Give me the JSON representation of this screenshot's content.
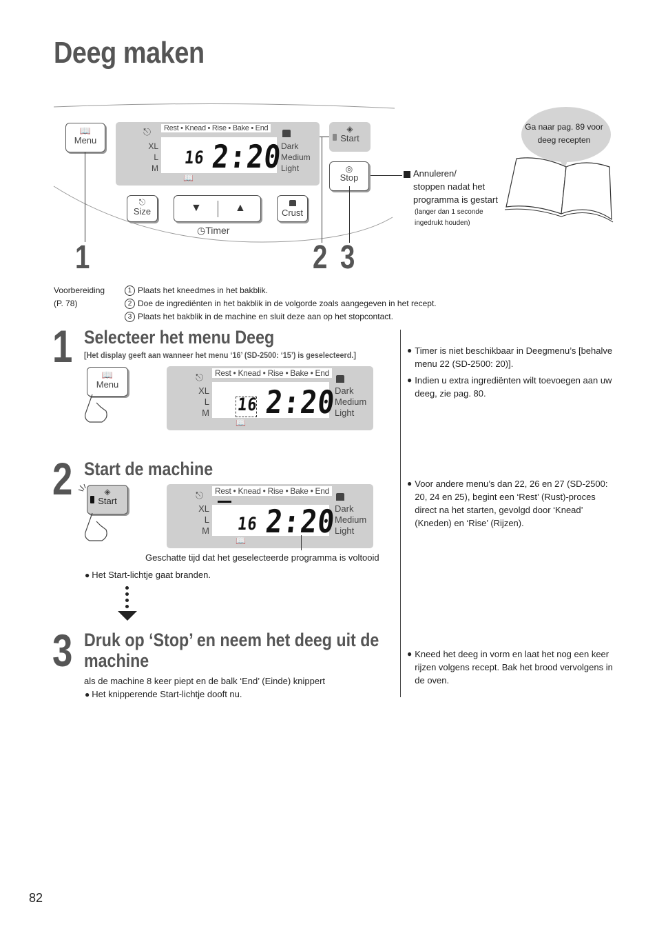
{
  "page": {
    "title": "Deeg maken",
    "page_number": "82"
  },
  "panel": {
    "program_bar": "Rest • Knead • Rise • Bake • End",
    "sizes": [
      "XL",
      "L",
      "M"
    ],
    "crusts": [
      "Dark",
      "Medium",
      "Light"
    ],
    "menu_number": "16",
    "time": "2:20",
    "buttons": {
      "menu": "Menu",
      "start": "Start",
      "stop": "Stop",
      "size": "Size",
      "crust": "Crust",
      "timer": "Timer",
      "down": "▼",
      "up": "▲"
    },
    "callouts": [
      "1",
      "2",
      "3"
    ]
  },
  "stop_note": {
    "text": "Annuleren/\nstoppen nadat het\nprogramma is gestart",
    "small": "(langer dan 1 seconde\ningedrukt houden)"
  },
  "book_note": "Ga naar pag. 89 voor deeg recepten",
  "preparation": {
    "label": "Voorbereiding\n(P. 78)",
    "steps": [
      {
        "num": "1",
        "text": "Plaats het kneedmes in het bakblik."
      },
      {
        "num": "2",
        "text": "Doe de ingrediënten in het bakblik in de volgorde zoals aangegeven in het recept."
      },
      {
        "num": "3",
        "text": "Plaats het bakblik in de machine en sluit deze aan op het stopcontact."
      }
    ]
  },
  "step1": {
    "num": "1",
    "title": "Selecteer het menu Deeg",
    "subtitle": "[Het display geeft aan wanneer het menu ‘16’ (SD-2500: ‘15’) is geselecteerd.]",
    "notes": [
      "Timer is niet beschikbaar in Deegmenu’s [behalve menu 22 (SD-2500: 20)].",
      "Indien u extra ingrediënten wilt toevoegen aan uw deeg, zie pag. 80."
    ]
  },
  "step2": {
    "num": "2",
    "title": "Start de machine",
    "caption": "Geschatte tijd dat het geselecteerde programma is voltooid",
    "bullet": "Het Start-lichtje gaat branden.",
    "notes": [
      "Voor andere menu’s dan 22, 26 en 27 (SD-2500: 20, 24 en 25), begint een ‘Rest’ (Rust)-proces direct na het starten, gevolgd door ‘Knead’ (Kneden) en ‘Rise’ (Rijzen)."
    ]
  },
  "step3": {
    "num": "3",
    "title_line1": "Druk op ‘Stop’ en neem het deeg uit de",
    "title_line2": "machine",
    "text": "als de machine 8 keer piept en de balk ‘End’ (Einde) knippert",
    "bullet": "Het knipperende Start-lichtje dooft nu.",
    "notes": [
      "Kneed het deeg in vorm en laat het nog een keer rijzen volgens recept. Bak het brood vervolgens in de oven."
    ]
  }
}
